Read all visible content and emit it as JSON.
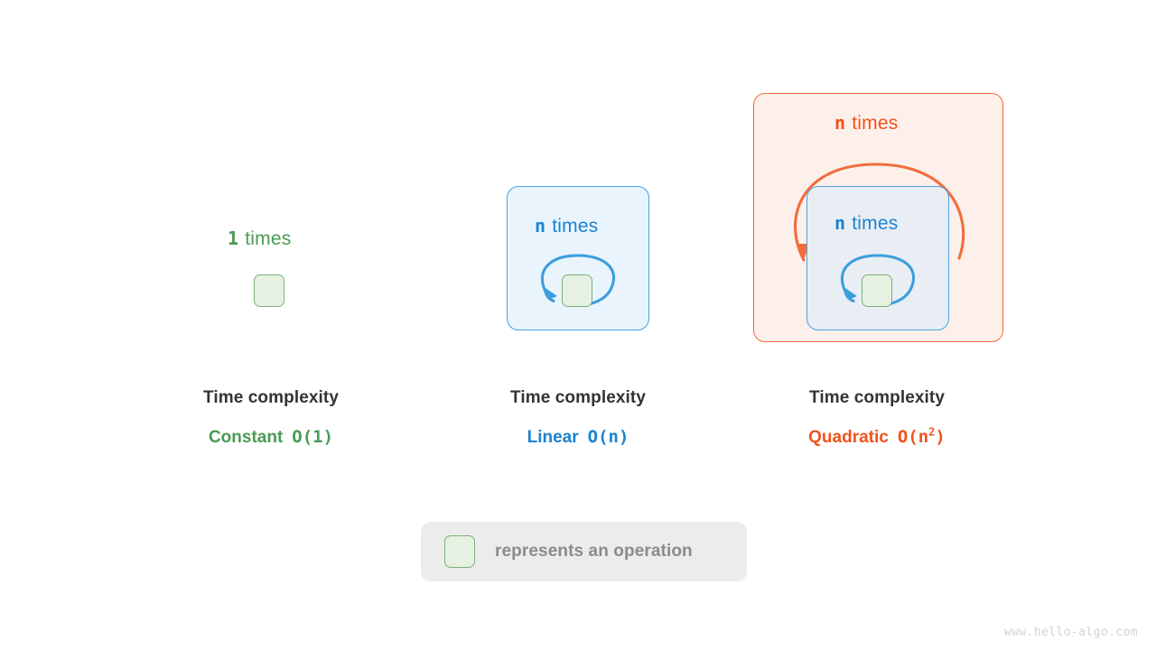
{
  "palette": {
    "green": "#4a9a55",
    "blue": "#1b82d2",
    "orange": "#f1521c",
    "green_box_fill": "#e6f1e2",
    "green_box_stroke": "#7ab07a",
    "blue_box_fill": "#e9f4fc",
    "blue_box_stroke": "#4ba3e3",
    "orange_box_fill": "#fdf0ea",
    "orange_box_stroke": "#f26d3d",
    "arrow_blue": "#3a9ede",
    "arrow_orange": "#f26d3d",
    "title_text": "#333333",
    "legend_bg": "#ececec",
    "legend_text": "#8b8b8b",
    "watermark_text": "#d2d2d2",
    "background": "#ffffff"
  },
  "columns": [
    {
      "id": "constant",
      "loop_count": "1",
      "loop_unit": "times",
      "caption_title": "Time complexity",
      "caption_word": "Constant",
      "caption_bigo": "O(1)",
      "caption_bigo_base": "O(1)",
      "caption_bigo_sup": "",
      "accent": "#4a9a55",
      "has_outer_loop": false,
      "has_inner_loop": false
    },
    {
      "id": "linear",
      "loop_count": "n",
      "loop_unit": "times",
      "caption_title": "Time complexity",
      "caption_word": "Linear",
      "caption_bigo": "O(n)",
      "caption_bigo_base": "O(n)",
      "caption_bigo_sup": "",
      "accent": "#1b82d2",
      "has_outer_loop": false,
      "has_inner_loop": true
    },
    {
      "id": "quadratic",
      "loop_count": "n",
      "loop_unit": "times",
      "outer_loop_count": "n",
      "outer_loop_unit": "times",
      "caption_title": "Time complexity",
      "caption_word": "Quadratic",
      "caption_bigo": "O(n2)",
      "caption_bigo_base": "O(n",
      "caption_bigo_sup": "2",
      "caption_bigo_tail": ")",
      "accent": "#f1521c",
      "has_outer_loop": true,
      "has_inner_loop": true
    }
  ],
  "legend": {
    "text": "represents an operation",
    "swatch_name": "operation-square"
  },
  "watermark": {
    "text": "www.hello-algo.com"
  }
}
